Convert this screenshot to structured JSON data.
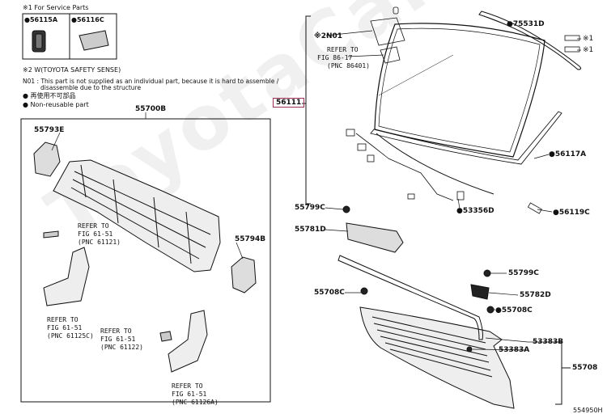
{
  "legend": {
    "service_parts_title": "※1 For Service Parts",
    "part_a": "●56115A",
    "part_b": "●56116C",
    "safety_note": "※2 W(TOYOTA SAFETY SENSE)",
    "n01_line1": "N01 : This part is not supplied as an individual part, because it is hard to assemble /",
    "n01_line2": "disassemble due to the structure",
    "reuse_jp": "● 再使用不可部品",
    "reuse_en": "● Non-reusable part"
  },
  "labels": {
    "p55700B": "55700B",
    "p55793E": "55793E",
    "p55794B": "55794B",
    "ref_61121": [
      "REFER TO",
      "FIG 61-51",
      "(PNC 61121)"
    ],
    "ref_61125c": [
      "REFER TO",
      "FIG 61-51",
      "(PNC 61125C)"
    ],
    "ref_61122": [
      "REFER TO",
      "FIG 61-51",
      "(PNC 61122)"
    ],
    "ref_61126a": [
      "REFER TO",
      "FIG 61-51",
      "(PNC 61126A)"
    ],
    "ref_86401": [
      "REFER TO",
      "FIG 86-17",
      "(PNC 86401)"
    ],
    "n01": "※2N01",
    "p56111": "56111",
    "p75531D": "●75531D",
    "mark1a": "※1",
    "mark1b": "※1",
    "p56117A": "●56117A",
    "p53356D": "●53356D",
    "p56119C": "●56119C",
    "p55799C_a": "55799C",
    "p55781D": "55781D",
    "p55799C_b": "55799C",
    "p55782D": "55782D",
    "p55708C_a": "55708C",
    "p55708C_b": "●55708C",
    "p53383B": "53383B",
    "p53383A": "53383A",
    "p55708": "55708",
    "figure_id": "554950H"
  },
  "watermark": "ToyotaCarMine.ru",
  "colors": {
    "callout_border": "#a0305a",
    "line": "#111111"
  }
}
